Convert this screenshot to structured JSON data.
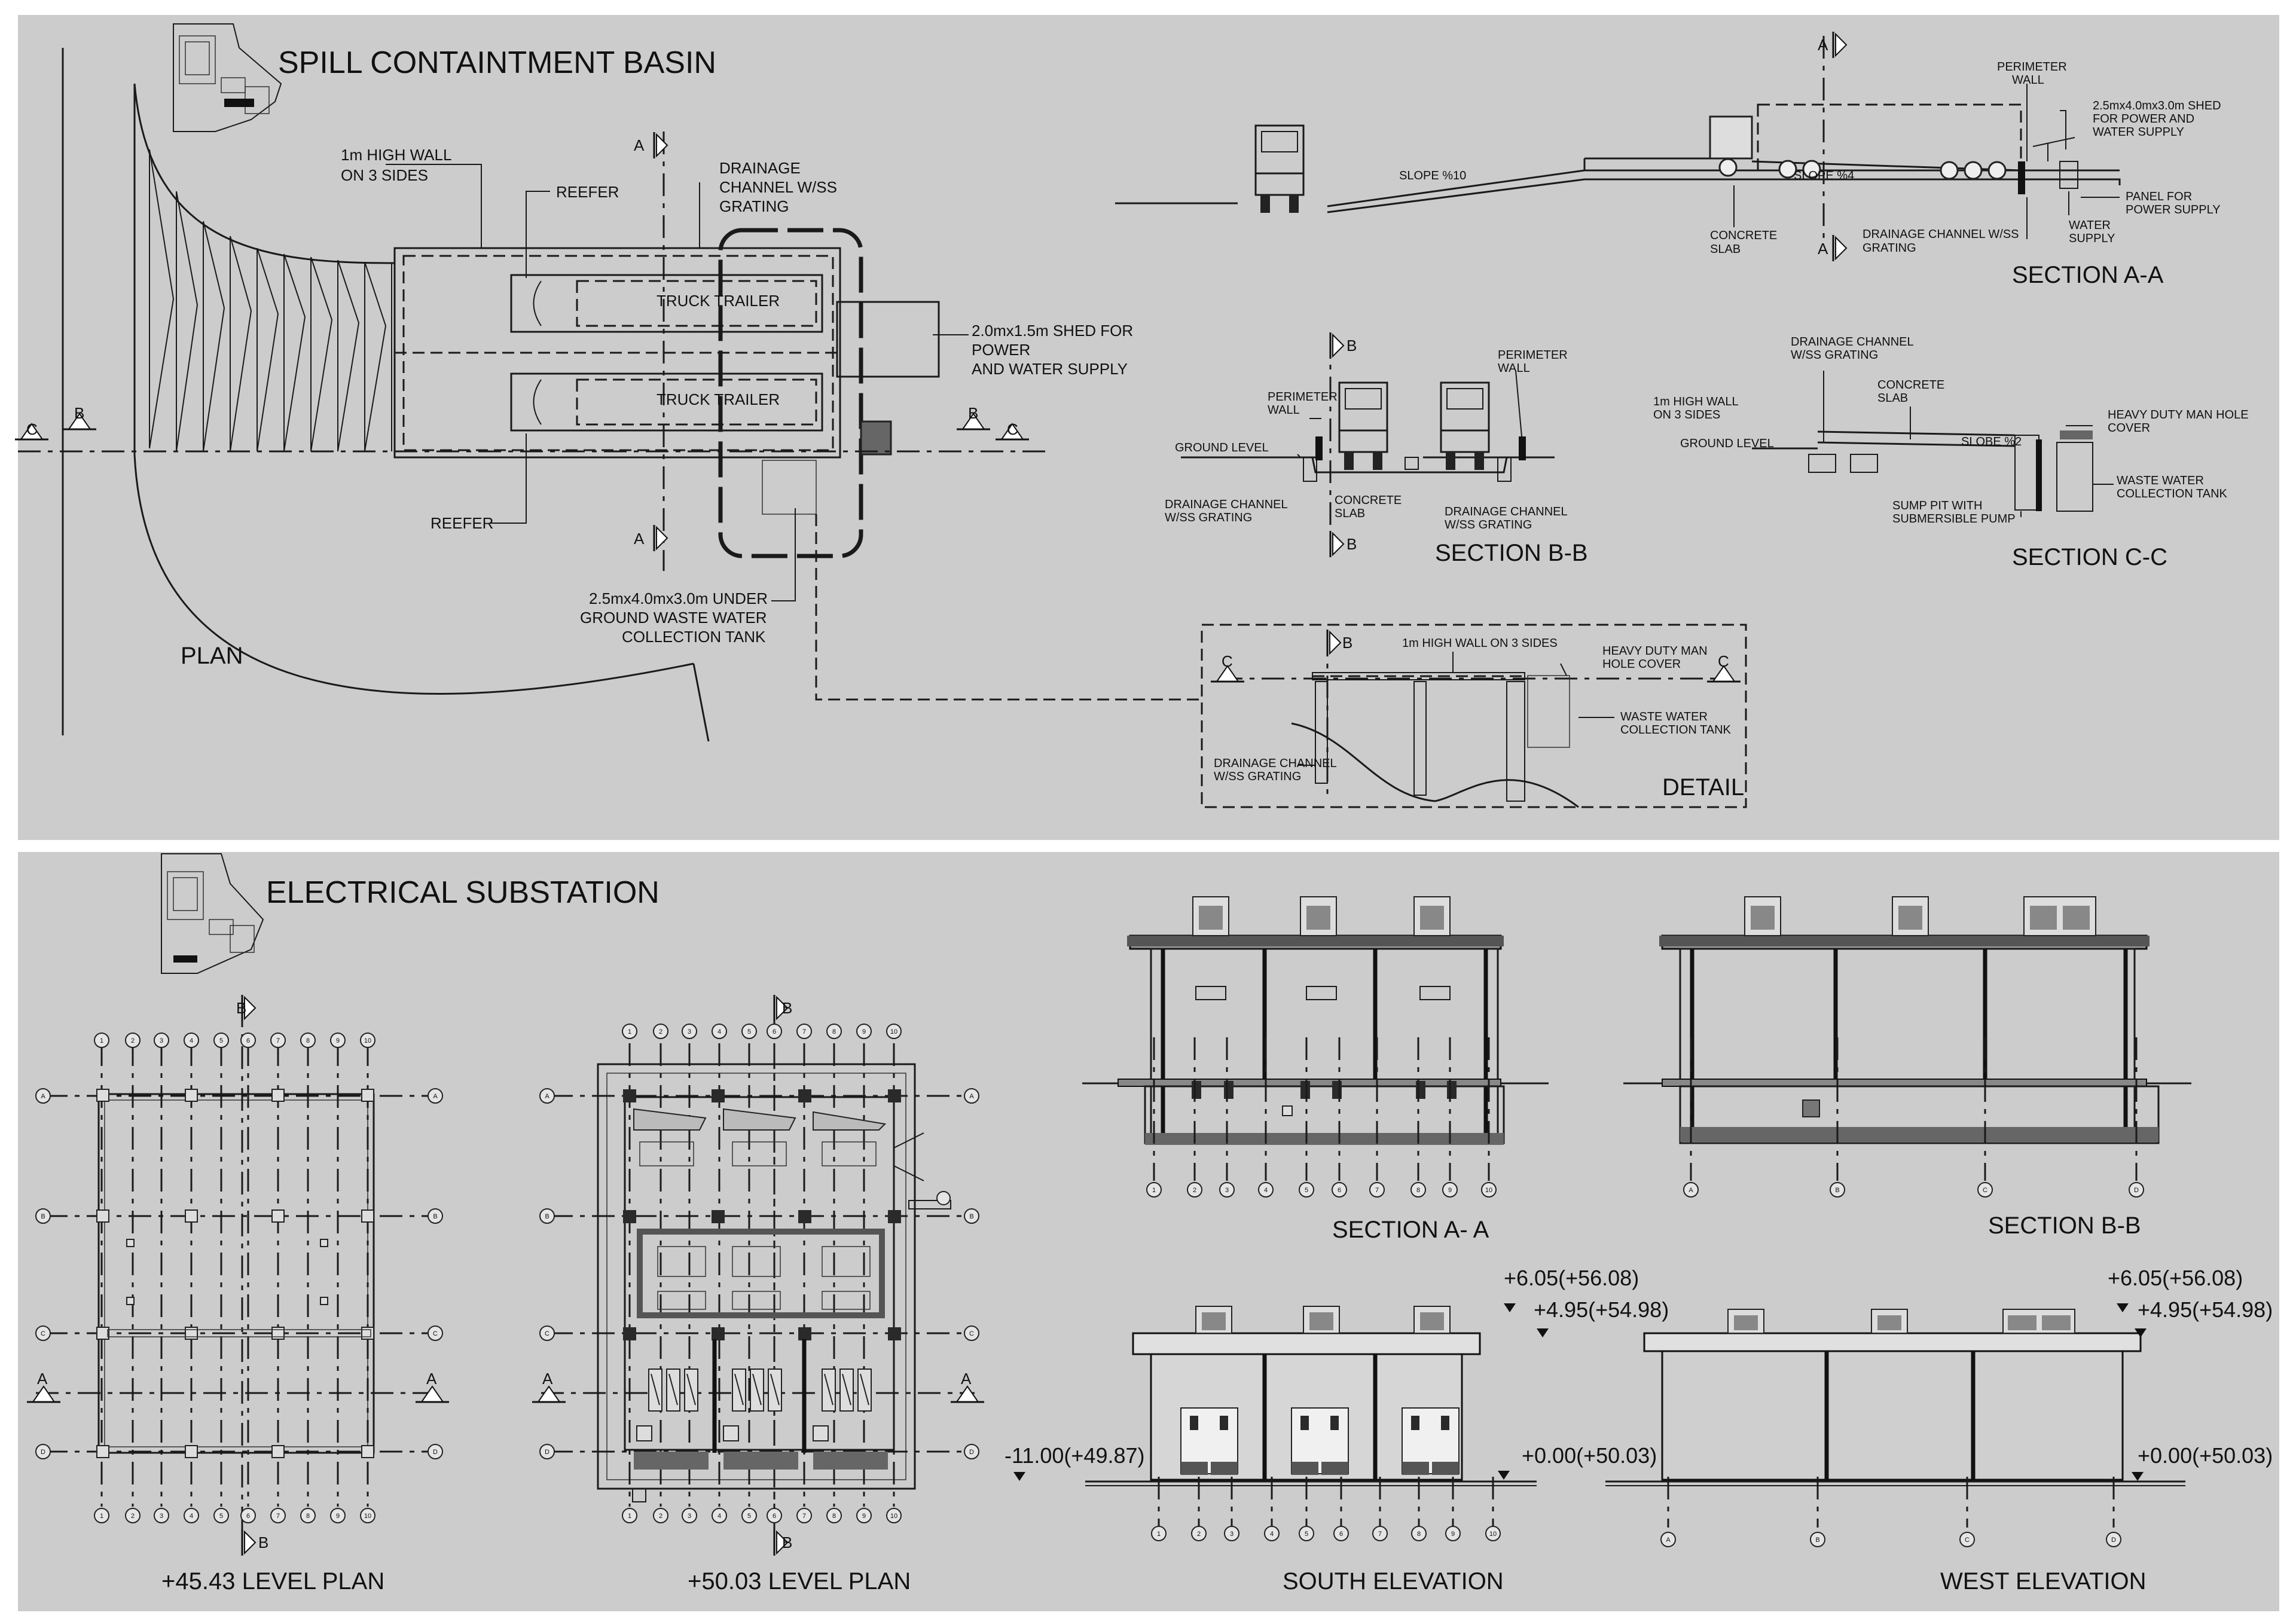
{
  "spill": {
    "title": "SPILL CONTAINTMENT BASIN",
    "plan_label": "PLAN",
    "wall_note": [
      "1m HIGH WALL",
      "ON 3 SIDES"
    ],
    "reefer_top": "REEFER",
    "reefer_bottom": "REEFER",
    "drainage_note": [
      "DRAINAGE",
      "CHANNEL W/SS",
      "GRATING"
    ],
    "trailer_1": "TRUCK TRAILER",
    "trailer_2": "TRUCK TRAILER",
    "shed_note": [
      "2.0mx1.5m SHED FOR",
      "POWER",
      "AND WATER SUPPLY"
    ],
    "tank_note": [
      "2.5mx4.0mx3.0m UNDER",
      "GROUND WASTE WATER",
      "COLLECTION TANK"
    ],
    "marks": {
      "a": "A",
      "b": "B",
      "c": "C"
    },
    "section_aa": {
      "title": "SECTION A-A",
      "perimeter": [
        "PERIMETER",
        "WALL"
      ],
      "shed": [
        "2.5mx4.0mx3.0m SHED",
        "FOR POWER AND",
        "WATER SUPPLY"
      ],
      "slope1": "SLOPE %10",
      "slope2": "SLOPE %4",
      "panel": [
        "PANEL FOR",
        "POWER SUPPLY"
      ],
      "concrete": [
        "CONCRETE",
        "SLAB"
      ],
      "drainage": [
        "DRAINAGE CHANNEL W/SS",
        "GRATING"
      ],
      "water": [
        "WATER",
        "SUPPLY"
      ]
    },
    "section_bb": {
      "title": "SECTION B-B",
      "perimeter_l": [
        "PERIMETER",
        "WALL"
      ],
      "perimeter_r": [
        "PERIMETER",
        "WALL"
      ],
      "ground": "GROUND LEVEL",
      "drain_l": [
        "DRAINAGE CHANNEL",
        "W/SS GRATING"
      ],
      "concrete": [
        "CONCRETE",
        "SLAB"
      ],
      "drain_r": [
        "DRAINAGE CHANNEL",
        "W/SS GRATING"
      ]
    },
    "section_cc": {
      "title": "SECTION C-C",
      "drainage": [
        "DRAINAGE CHANNEL",
        "W/SS GRATING"
      ],
      "concrete": [
        "CONCRETE",
        "SLAB"
      ],
      "wall": [
        "1m HIGH WALL",
        "ON 3 SIDES"
      ],
      "ground": "GROUND LEVEL",
      "slope": "SLOBE %2",
      "manhole": [
        "HEAVY DUTY MAN HOLE",
        "COVER"
      ],
      "tank": [
        "WASTE WATER",
        "COLLECTION TANK"
      ],
      "sump": [
        "SUMP PIT WITH",
        "SUBMERSIBLE PUMP"
      ]
    },
    "detail": {
      "title": "DETAIL",
      "wall": "1m HIGH WALL ON 3 SIDES",
      "manhole": [
        "HEAVY DUTY MAN",
        "HOLE COVER"
      ],
      "tank": [
        "WASTE WATER",
        "COLLECTION TANK"
      ],
      "drainage": [
        "DRAINAGE CHANNEL",
        "W/SS GRATING"
      ]
    }
  },
  "substation": {
    "title": "ELECTRICAL SUBSTATION",
    "plan1_title": "+45.43 LEVEL PLAN",
    "plan2_title": "+50.03 LEVEL PLAN",
    "section_aa_title": "SECTION A- A",
    "section_bb_title": "SECTION B-B",
    "south_title": "SOUTH ELEVATION",
    "west_title": "WEST ELEVATION",
    "grid_numbers": [
      "1",
      "2",
      "3",
      "4",
      "5",
      "6",
      "7",
      "8",
      "9",
      "10"
    ],
    "grid_letters": [
      "A",
      "B",
      "C",
      "D"
    ],
    "levels": {
      "top": "+6.05(+56.08)",
      "mid": "+4.95(+54.98)",
      "base": "+0.00(+50.03)",
      "low": "-11.00(+49.87)"
    },
    "marks": {
      "a": "A",
      "b": "B"
    }
  }
}
